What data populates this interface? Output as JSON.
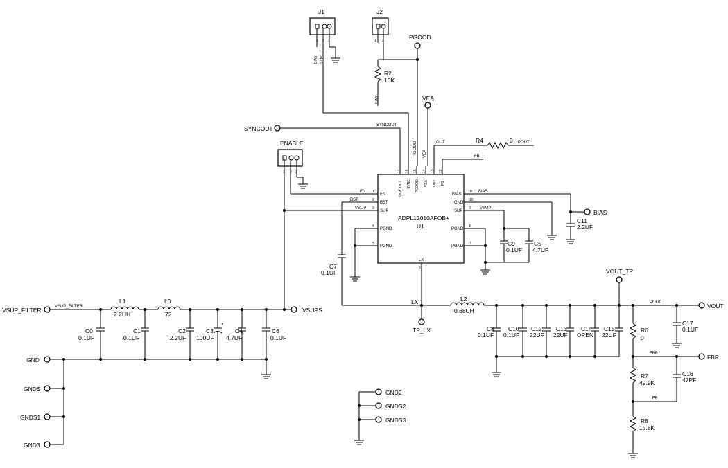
{
  "ic": {
    "part": "ADPL12010AFOB+",
    "ref": "U1",
    "left_pins": [
      {
        "num": "1",
        "name": "EN"
      },
      {
        "num": "2",
        "name": "BST"
      },
      {
        "num": "3",
        "name": "SUP"
      },
      {
        "num": "4",
        "name": "PGND"
      },
      {
        "num": "5",
        "name": "PGND"
      }
    ],
    "right_pins": [
      {
        "num": "11",
        "name": "BIAS"
      },
      {
        "num": "10",
        "name": "GND"
      },
      {
        "num": "9",
        "name": "SUP"
      },
      {
        "num": "8",
        "name": "PGND"
      },
      {
        "num": "7",
        "name": "PGND"
      }
    ],
    "top_pins": [
      {
        "num": "17",
        "name": "SYNCOUT"
      },
      {
        "num": "16",
        "name": "SYNC"
      },
      {
        "num": "15",
        "name": "PGOOD"
      },
      {
        "num": "14",
        "name": "VEA"
      },
      {
        "num": "13",
        "name": "OUT"
      },
      {
        "num": "12",
        "name": "FB"
      }
    ],
    "bottom_pin": {
      "num": "6",
      "name": "LX"
    }
  },
  "connectors": {
    "j1": {
      "ref": "J1",
      "pin1": "BIAS",
      "pin2": "SYNC",
      "pin_nums": [
        "1",
        "2",
        "3"
      ]
    },
    "j2": {
      "ref": "J2",
      "pin_nums": [
        "1",
        "2"
      ]
    },
    "enable": {
      "ref": "ENABLE",
      "pin_nums": [
        "1",
        "2",
        "3"
      ]
    }
  },
  "ports": {
    "pgood": "PGOOD",
    "vea": "VEA",
    "syncout": "SYNCOUT",
    "bias": "BIAS",
    "vsup_filter": "VSUP_FILTER",
    "vsups": "VSUPS",
    "gnd": "GND",
    "gnds": "GNDS",
    "gnds1": "GNDS1",
    "gnd3": "GND3",
    "gnd2": "GND2",
    "gnds2": "GNDS2",
    "gnds3": "GNDS3",
    "tp_lx": "TP_LX",
    "vout_tp": "VOUT_TP",
    "vout": "VOUT",
    "fbr": "FBR"
  },
  "nets": {
    "bias_r2": "BIAS",
    "syncout": "SYNCOUT",
    "pgood": "PGOOD",
    "vea": "VEA",
    "out": "OUT",
    "pout_r4": "POUT",
    "fb_top": "FB",
    "en": "EN",
    "bst": "BST",
    "vsup_left": "VSUP",
    "bias_right": "BIAS",
    "vsup_right": "VSUP",
    "vsup_filter": "VSUP_FILTER",
    "lx": "LX",
    "pout": "POUT",
    "fbr": "FBR",
    "fb_bottom": "FB"
  },
  "components": {
    "r2": {
      "ref": "R2",
      "value": "10K"
    },
    "r4": {
      "ref": "R4",
      "value": "0"
    },
    "c11": {
      "ref": "C11",
      "value": "2.2UF"
    },
    "c9": {
      "ref": "C9",
      "value": "0.1UF"
    },
    "c5": {
      "ref": "C5",
      "value": "4.7UF"
    },
    "c7": {
      "ref": "C7",
      "value": "0.1UF"
    },
    "l1": {
      "ref": "L1",
      "value": "2.2UH"
    },
    "l0": {
      "ref": "L0",
      "value": "72"
    },
    "c0": {
      "ref": "C0",
      "value": "0.1UF"
    },
    "c1": {
      "ref": "C1",
      "value": "0.1UF"
    },
    "c2": {
      "ref": "C2",
      "value": "2.2UF"
    },
    "c3": {
      "ref": "C3",
      "value": "100UF"
    },
    "c4": {
      "ref": "C4",
      "value": "4.7UF"
    },
    "c6": {
      "ref": "C6",
      "value": "0.1UF"
    },
    "l2": {
      "ref": "L2",
      "value": "0.68UH"
    },
    "c8": {
      "ref": "C8",
      "value": "0.1UF"
    },
    "c10": {
      "ref": "C10",
      "value": "0.1UF"
    },
    "c12": {
      "ref": "C12",
      "value": "22UF"
    },
    "c13": {
      "ref": "C13",
      "value": "22UF"
    },
    "c14": {
      "ref": "C14",
      "value": "OPEN"
    },
    "c15": {
      "ref": "C15",
      "value": "22UF"
    },
    "r6": {
      "ref": "R6",
      "value": "0"
    },
    "c17": {
      "ref": "C17",
      "value": "0.1UF"
    },
    "r7": {
      "ref": "R7",
      "value": "49.9K"
    },
    "c16": {
      "ref": "C16",
      "value": "47PF"
    },
    "r8": {
      "ref": "R8",
      "value": "15.8K"
    }
  },
  "polarity": {
    "plus": "+"
  }
}
